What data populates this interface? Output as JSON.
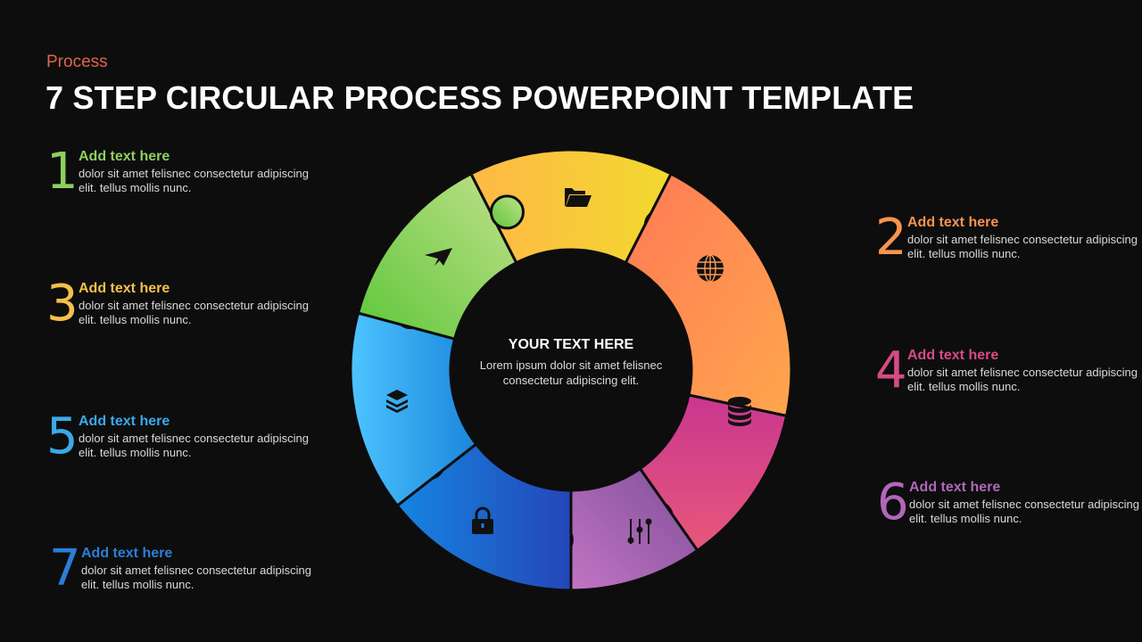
{
  "header": {
    "subtitle": "Process",
    "title": "7 STEP CIRCULAR PROCESS POWERPOINT TEMPLATE"
  },
  "center": {
    "heading": "YOUR TEXT HERE",
    "body": "Lorem ipsum dolor sit amet felisnec consectetur adipiscing elit."
  },
  "steps": [
    {
      "number": "1",
      "heading": "Add text here",
      "body": "dolor sit amet felisnec consectetur adipiscing elit. tellus mollis nunc.",
      "color": "#8fcf5a",
      "icon": "paper-plane-icon",
      "segment_colors": [
        "#5dc73a",
        "#c2e08a"
      ]
    },
    {
      "number": "2",
      "heading": "Add text here",
      "body": "dolor sit amet felisnec consectetur adipiscing elit. tellus mollis nunc.",
      "color": "#f7944f",
      "icon": "globe-icon",
      "segment_colors": [
        "#ff7a55",
        "#ffa64d"
      ]
    },
    {
      "number": "3",
      "heading": "Add text here",
      "body": "dolor sit amet felisnec consectetur adipiscing elit. tellus mollis nunc.",
      "color": "#f5c04a",
      "icon": "folder-icon",
      "segment_colors": [
        "#ffb847",
        "#f2d92e"
      ]
    },
    {
      "number": "4",
      "heading": "Add text here",
      "body": "dolor sit amet felisnec consectetur adipiscing elit. tellus mollis nunc.",
      "color": "#d94a84",
      "icon": "database-icon",
      "segment_colors": [
        "#c9378f",
        "#e8577a"
      ]
    },
    {
      "number": "5",
      "heading": "Add text here",
      "body": "dolor sit amet felisnec consectetur adipiscing elit. tellus mollis nunc.",
      "color": "#3ba8e8",
      "icon": "layers-icon",
      "segment_colors": [
        "#4dc4ff",
        "#1a86dc"
      ]
    },
    {
      "number": "6",
      "heading": "Add text here",
      "body": "dolor sit amet felisnec consectetur adipiscing elit. tellus mollis nunc.",
      "color": "#b067b8",
      "icon": "sliders-icon",
      "segment_colors": [
        "#c274c4",
        "#7e4f98"
      ]
    },
    {
      "number": "7",
      "heading": "Add text here",
      "body": "dolor sit amet felisnec consectetur adipiscing elit. tellus mollis nunc.",
      "color": "#2a7fd6",
      "icon": "lock-icon",
      "segment_colors": [
        "#1585e0",
        "#2446b8"
      ]
    }
  ],
  "colors": {
    "background": "#0d0d0e",
    "subtitle": "#e0644b",
    "title": "#ffffff",
    "body_text": "#d9d9d9"
  }
}
